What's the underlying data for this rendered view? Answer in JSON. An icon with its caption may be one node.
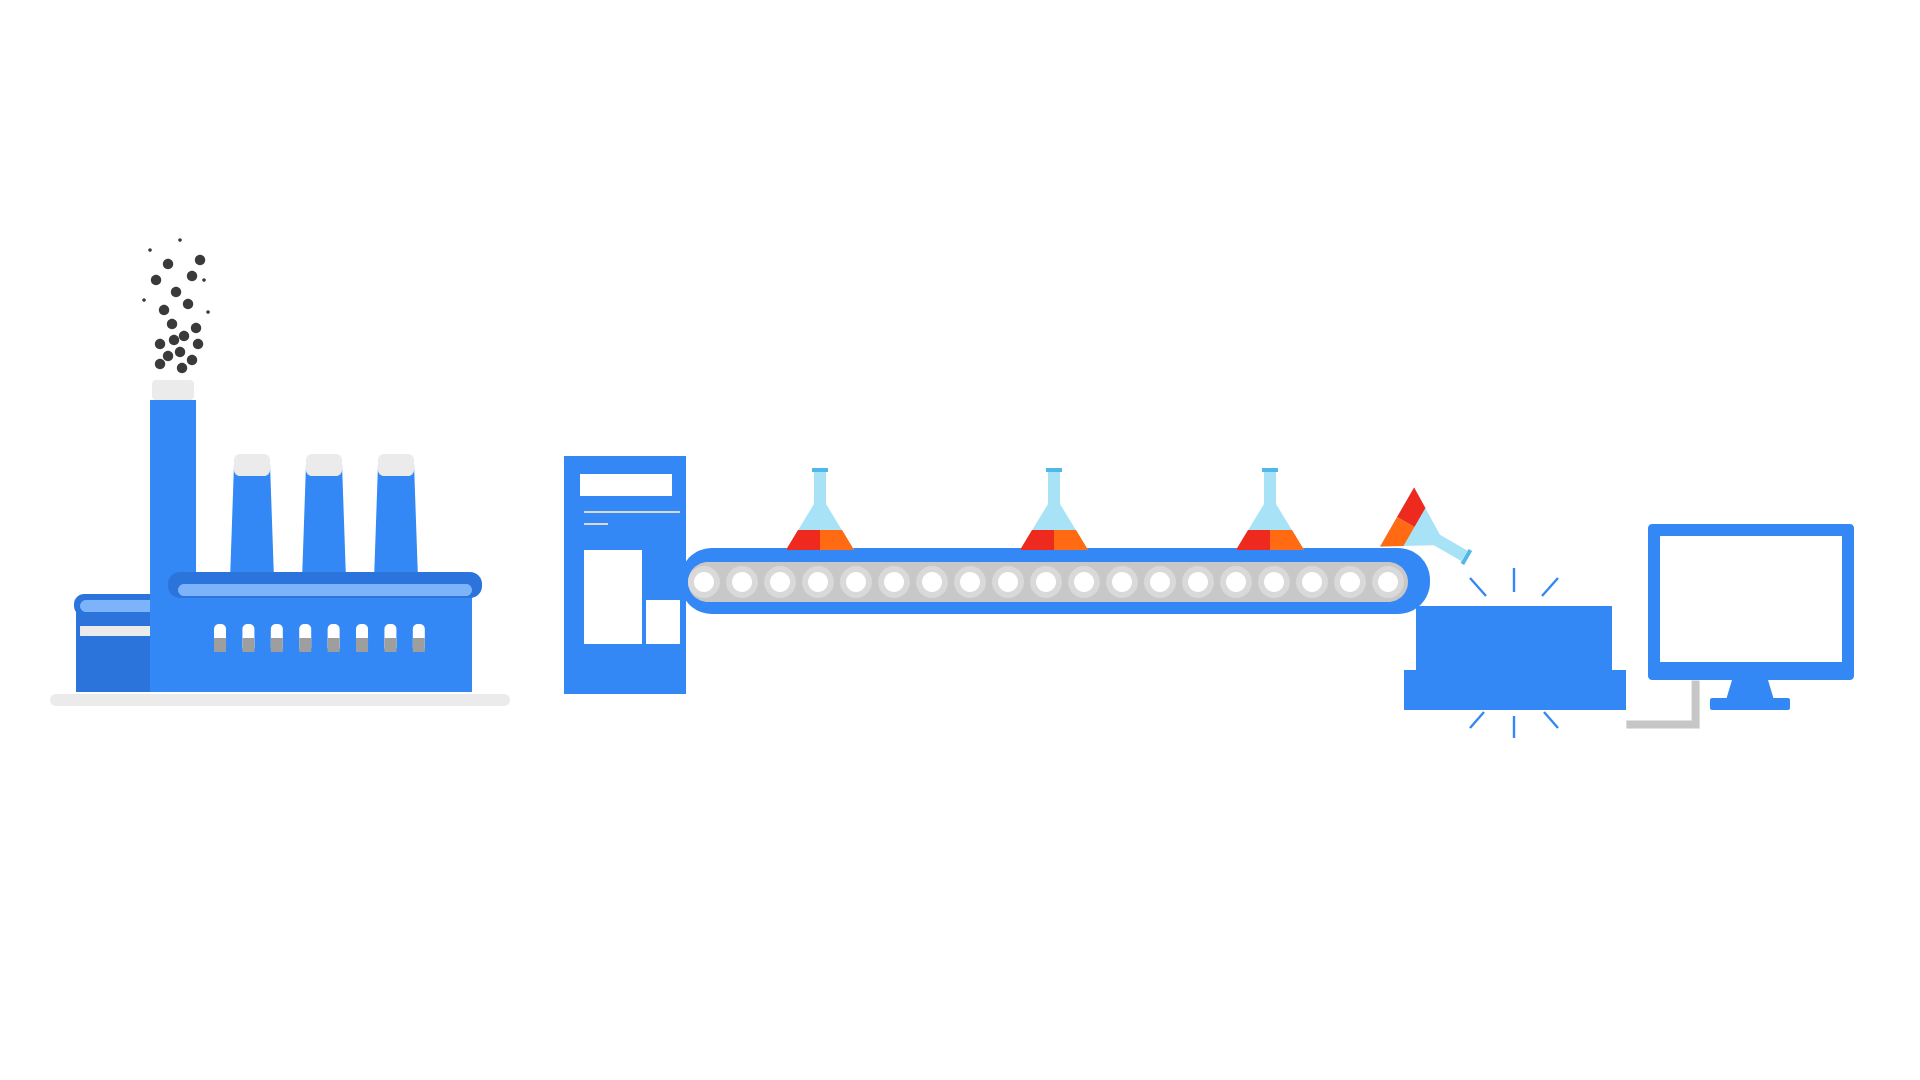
{
  "diagram": {
    "nodes": [
      {
        "text": [],
        "shape": "picture"
      },
      {
        "text": [],
        "shape": "picture"
      },
      {
        "text": [],
        "shape": "picture"
      },
      {
        "text": [],
        "shape": "box"
      },
      {
        "text": [],
        "shape": "picture"
      }
    ],
    "edges": [
      {
        "from": 3,
        "to": 4,
        "arrow": "none"
      }
    ]
  }
}
